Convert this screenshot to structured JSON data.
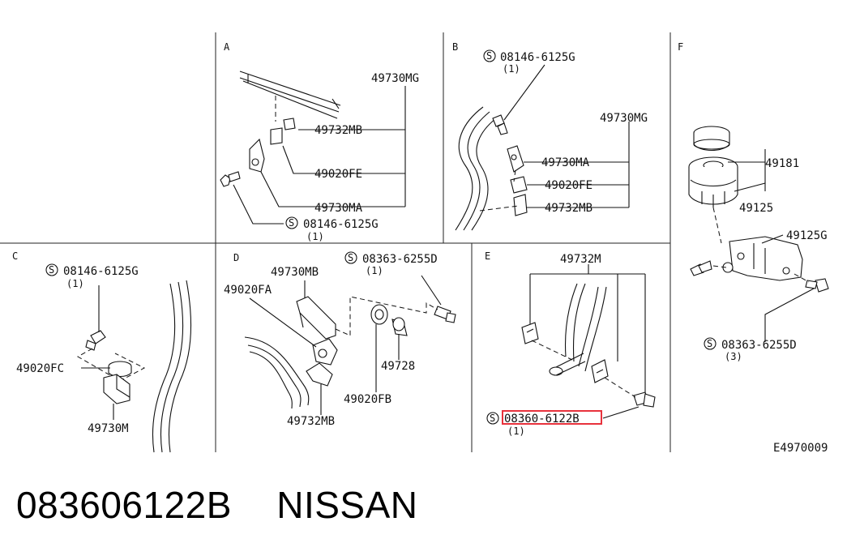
{
  "panels": [
    "A",
    "B",
    "C",
    "D",
    "E",
    "F"
  ],
  "labels": {
    "a_49730mg": "49730MG",
    "a_49732mb": "49732MB",
    "a_49020fe": "49020FE",
    "a_49730ma": "49730MA",
    "a_bolt": "08146-6125G",
    "a_bolt_qty": "(1)",
    "b_bolt": "08146-6125G",
    "b_bolt_qty": "(1)",
    "b_49730mg": "49730MG",
    "b_49730ma": "49730MA",
    "b_49020fe": "49020FE",
    "b_49732mb": "49732MB",
    "c_bolt": "08146-6125G",
    "c_bolt_qty": "(1)",
    "c_49020fc": "49020FC",
    "c_49730m": "49730M",
    "d_bolt": "08363-6255D",
    "d_bolt_qty": "(1)",
    "d_49730mb": "49730MB",
    "d_49020fa": "49020FA",
    "d_49728": "49728",
    "d_49020fb": "49020FB",
    "d_49732mb": "49732MB",
    "e_49732m": "49732M",
    "e_bolt": "08360-6122B",
    "e_bolt_qty": "(1)",
    "f_49181": "49181",
    "f_49125": "49125",
    "f_49125g": "49125G",
    "f_bolt": "08363-6255D",
    "f_bolt_qty": "(3)",
    "diagram_code": "E4970009",
    "screw_symbol": "S"
  },
  "highlight": {
    "target": "e_bolt",
    "color": "#e8323c"
  },
  "caption": {
    "part_number": "083606122B",
    "brand": "NISSAN"
  }
}
